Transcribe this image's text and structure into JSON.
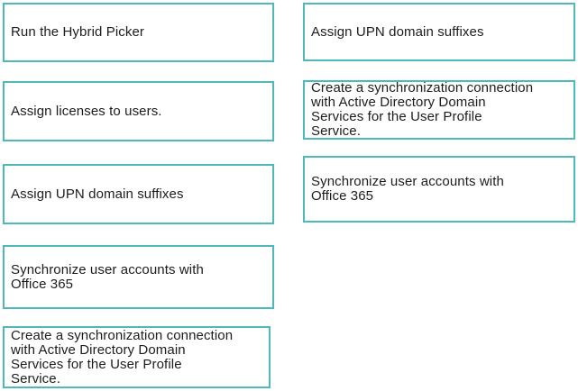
{
  "colors": {
    "box_border": "#4fb9b9",
    "box_background": "#ffffff",
    "text": "#1c1c1c",
    "page_background": "#ffffff"
  },
  "left_column": {
    "items": [
      {
        "label": "Run the Hybrid Picker"
      },
      {
        "label": "Assign licenses to users."
      },
      {
        "label": "Assign UPN domain suffixes"
      },
      {
        "label": "Synchronize user accounts with\nOffice 365"
      },
      {
        "label": "Create a synchronization connection\nwith Active Directory Domain\nServices for the User Profile\nService."
      }
    ]
  },
  "right_column": {
    "items": [
      {
        "label": "Assign UPN domain suffixes"
      },
      {
        "label": "Create a synchronization connection\nwith Active Directory Domain\nServices for the User Profile\nService."
      },
      {
        "label": "Synchronize user accounts with\nOffice 365"
      }
    ]
  }
}
